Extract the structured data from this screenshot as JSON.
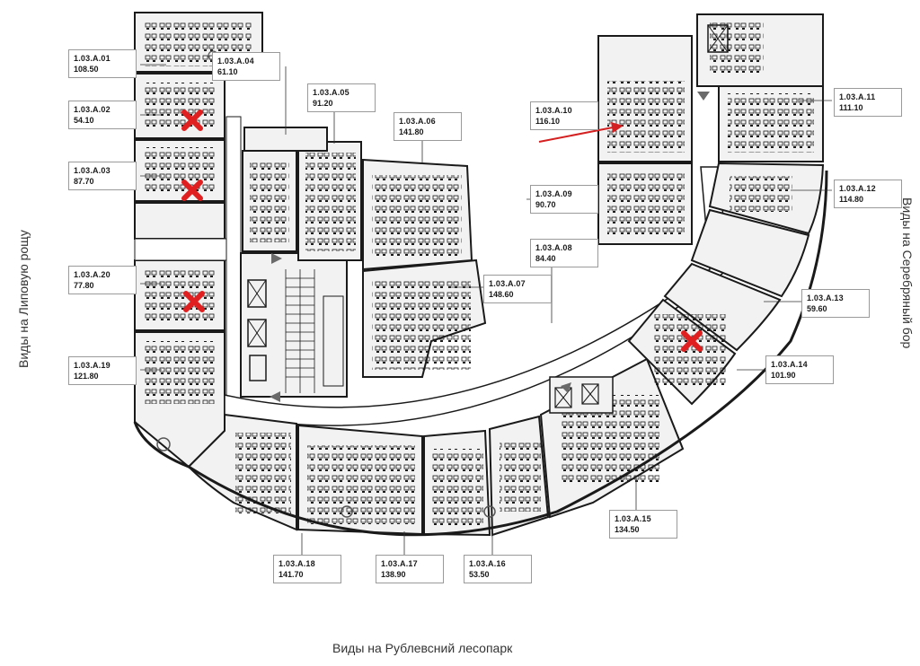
{
  "units": [
    {
      "code": "1.03.A.01",
      "area": "108.50"
    },
    {
      "code": "1.03.A.02",
      "area": "54.10"
    },
    {
      "code": "1.03.A.03",
      "area": "87.70"
    },
    {
      "code": "1.03.A.04",
      "area": "61.10"
    },
    {
      "code": "1.03.A.05",
      "area": "91.20"
    },
    {
      "code": "1.03.A.06",
      "area": "141.80"
    },
    {
      "code": "1.03.A.07",
      "area": "148.60"
    },
    {
      "code": "1.03.A.08",
      "area": "84.40"
    },
    {
      "code": "1.03.A.09",
      "area": "90.70"
    },
    {
      "code": "1.03.A.10",
      "area": "116.10"
    },
    {
      "code": "1.03.A.11",
      "area": "111.10"
    },
    {
      "code": "1.03.A.12",
      "area": "114.80"
    },
    {
      "code": "1.03.A.13",
      "area": "59.60"
    },
    {
      "code": "1.03.A.14",
      "area": "101.90"
    },
    {
      "code": "1.03.A.15",
      "area": "134.50"
    },
    {
      "code": "1.03.A.16",
      "area": "53.50"
    },
    {
      "code": "1.03.A.17",
      "area": "138.90"
    },
    {
      "code": "1.03.A.18",
      "area": "141.70"
    },
    {
      "code": "1.03.A.19",
      "area": "121.80"
    },
    {
      "code": "1.03.A.20",
      "area": "77.80"
    }
  ],
  "views": {
    "left": "Виды на Липовую рощу",
    "right": "Виды на Серебряный бор",
    "bottom": "Виды на Рублевсний лесопарк"
  },
  "colors": {
    "wall": "#1a1a1a",
    "floor": "#f2f2f2",
    "corridor": "#ffffff",
    "mark": "#e02020",
    "arrow": "#d42020",
    "glass": "#8a8a8a"
  },
  "icons": {
    "sold": "x-mark-icon",
    "pointer": "red-arrow-icon",
    "furniture": "desk-cluster-icon",
    "plant": "plant-icon"
  }
}
